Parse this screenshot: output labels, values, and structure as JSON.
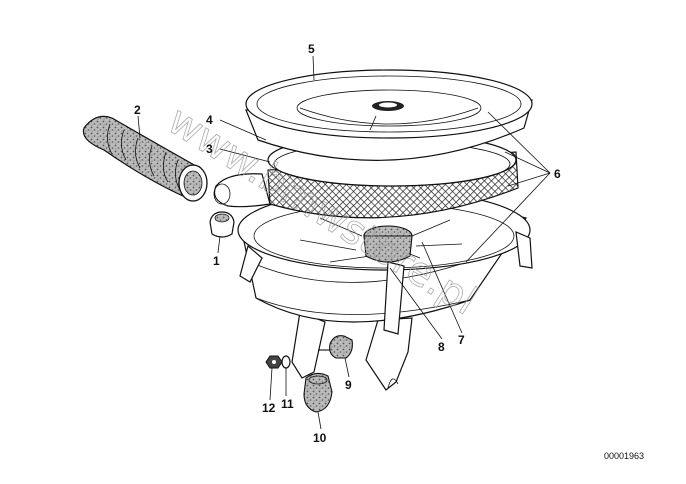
{
  "callouts": [
    {
      "id": "1",
      "label": "1"
    },
    {
      "id": "2",
      "label": "2"
    },
    {
      "id": "3",
      "label": "3"
    },
    {
      "id": "4",
      "label": "4"
    },
    {
      "id": "5",
      "label": "5"
    },
    {
      "id": "6",
      "label": "6"
    },
    {
      "id": "7",
      "label": "7"
    },
    {
      "id": "8",
      "label": "8"
    },
    {
      "id": "9",
      "label": "9"
    },
    {
      "id": "10",
      "label": "10"
    },
    {
      "id": "11",
      "label": "11"
    },
    {
      "id": "12",
      "label": "12"
    }
  ],
  "watermark": "www.bmwstore.pl",
  "part_number": "00001963"
}
